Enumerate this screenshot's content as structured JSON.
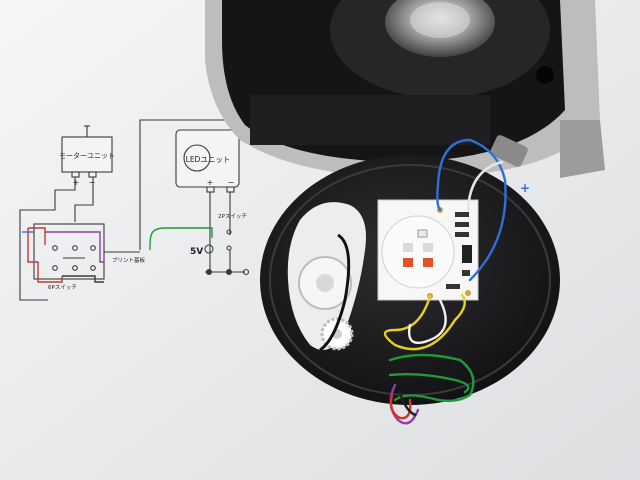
{
  "photo": {
    "colors": {
      "paper": "#eeeef0",
      "ink": "#3a3a3a",
      "housing": "#1c1c1e",
      "gear": "#f2f2f2",
      "pcb": "#f7f7f7",
      "wire_blue": "#2f6fd6",
      "wire_green": "#1f9a3a",
      "wire_yellow": "#e8d020",
      "wire_purple": "#8a3fa6",
      "wire_red": "#d83030",
      "led_red": "#e3502a"
    }
  },
  "schematic": {
    "motor_unit_label": "モーターユニット",
    "led_unit_label": "LEDユニット",
    "motor_plus": "+",
    "motor_minus": "−",
    "led_plus": "+",
    "led_minus": "−",
    "voltage_label": "5V",
    "switch_2p_label": "2Pスイッチ",
    "switch_6p_label": "6Pスイッチ",
    "board_label": "プリント基板"
  },
  "device": {
    "connector_plus": "+"
  }
}
